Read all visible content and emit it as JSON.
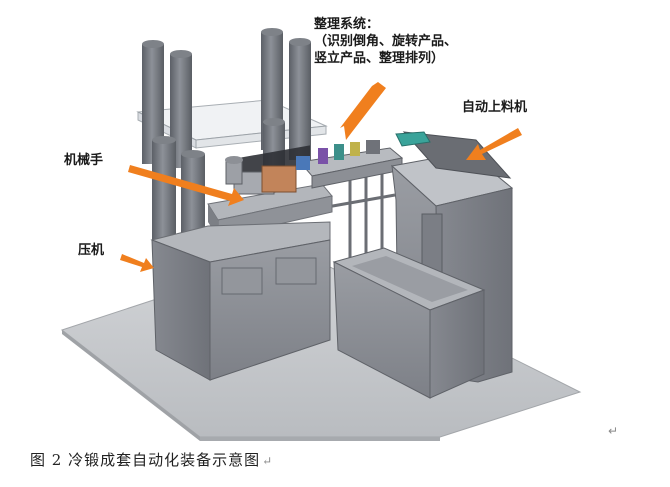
{
  "labels": {
    "sorting_system_title": "整理系统：",
    "sorting_system_line2": "（识别倒角、旋转产品、",
    "sorting_system_line3": "竖立产品、整理排列）",
    "auto_feeder": "自动上料机",
    "robot_arm": "机械手",
    "press": "压机"
  },
  "caption": {
    "text": "图 2  冷锻成套自动化装备示意图",
    "mark": "↵"
  },
  "paragraph_mark": "↵",
  "colors": {
    "arrow": "#f07f1e",
    "machine_gray": "#8a8d94",
    "floor": "#c9cbce",
    "column": "#74787e",
    "glass": "#e9ecef"
  }
}
